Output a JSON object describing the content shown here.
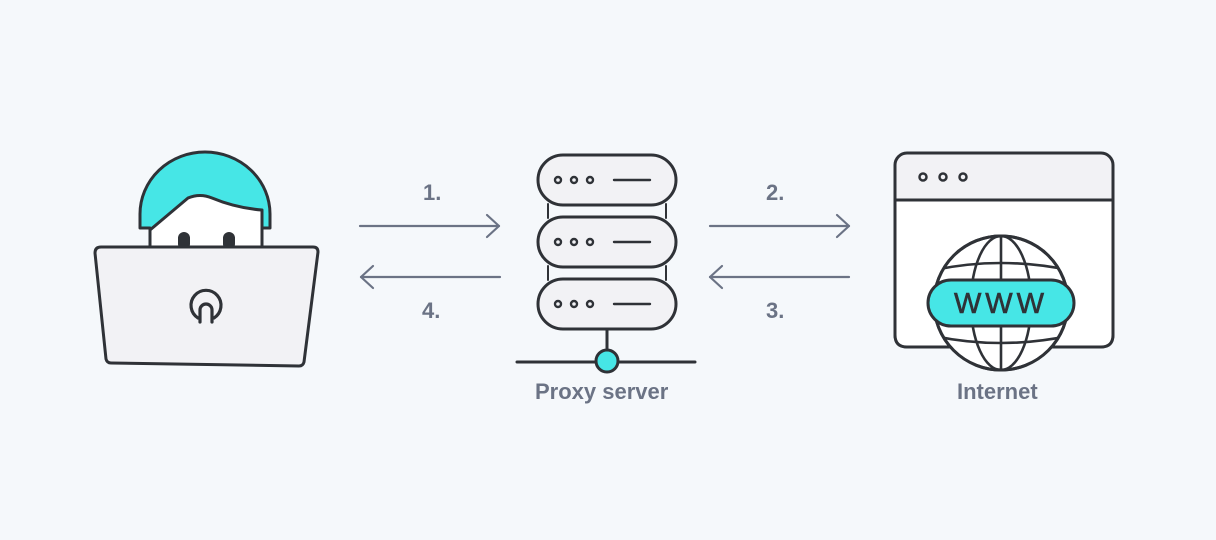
{
  "colors": {
    "background": "#f5f8fb",
    "outline": "#2f3237",
    "accent": "#46e6e6",
    "fill": "#f2f2f5",
    "label": "#6b7385",
    "arrow": "#6b7385"
  },
  "icons": {
    "user": "user-with-laptop-icon",
    "server": "server-rack-icon",
    "internet": "browser-globe-icon"
  },
  "steps": {
    "step1": "1.",
    "step2": "2.",
    "step3": "3.",
    "step4": "4."
  },
  "captions": {
    "proxy": "Proxy server",
    "internet": "Internet"
  },
  "globe_text": "WWW"
}
